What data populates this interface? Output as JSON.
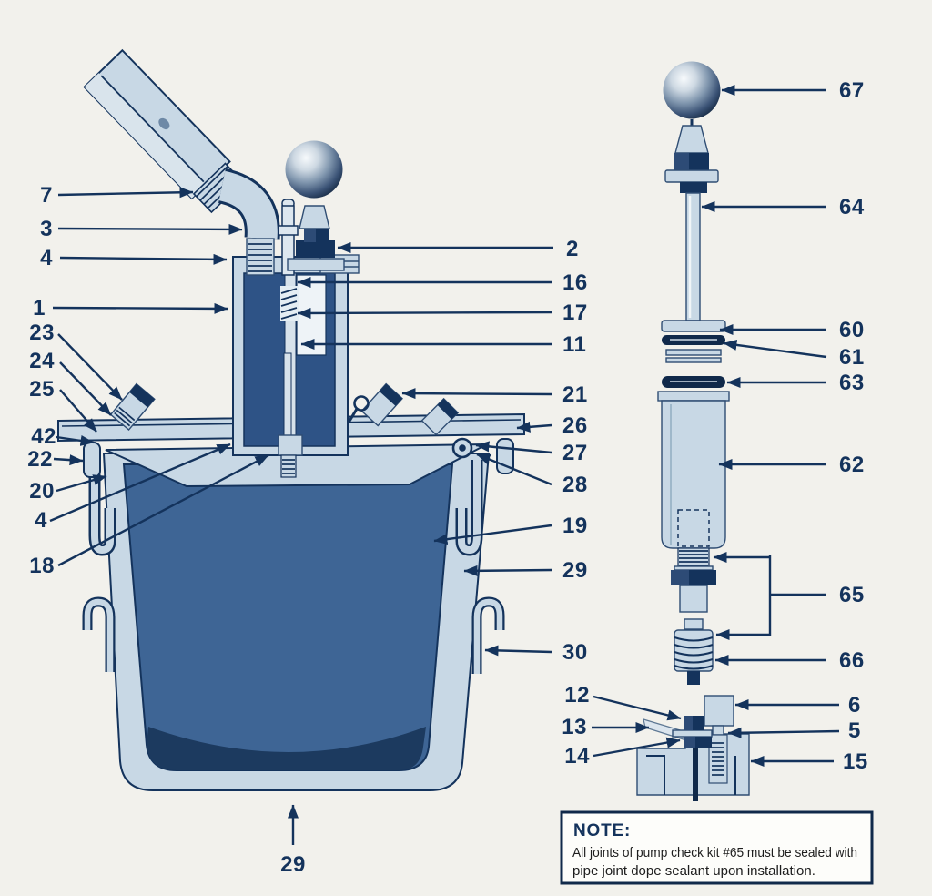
{
  "colors": {
    "background": "#f2f1ec",
    "navy": "#14335c",
    "pale_blue": "#c8d8e5",
    "pale_blue_light": "#dde7ef",
    "steel_blue": "#3e6595",
    "dark_steel": "#2e5386",
    "shadow_blue": "#1c3a5f"
  },
  "callouts": {
    "left": [
      "7",
      "3",
      "4",
      "1",
      "23",
      "24",
      "25",
      "42",
      "22",
      "20",
      "4",
      "18"
    ],
    "tank_right": [
      "2",
      "16",
      "17",
      "11",
      "21",
      "26",
      "27",
      "28",
      "19",
      "29",
      "30"
    ],
    "tank_bottom": "29",
    "exploded": [
      "67",
      "64",
      "60",
      "61",
      "63",
      "62",
      "65",
      "66"
    ],
    "check_left": [
      "12",
      "13",
      "14"
    ],
    "check_right": [
      "6",
      "5",
      "15"
    ]
  },
  "note": {
    "heading": "NOTE:",
    "line1": "All joints of pump check kit #65 must be sealed with",
    "line2": "pipe joint dope sealant upon installation."
  }
}
